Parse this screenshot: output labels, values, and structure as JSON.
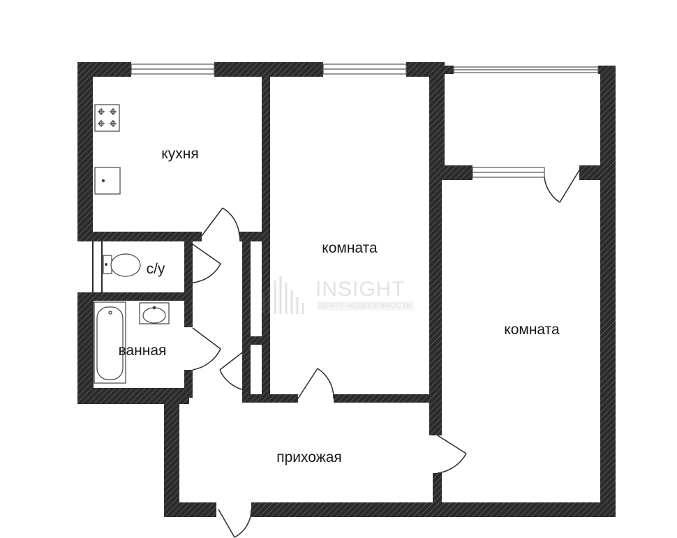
{
  "plan": {
    "rooms": [
      {
        "id": "kitchen",
        "label": "кухня"
      },
      {
        "id": "wc",
        "label": "с/у"
      },
      {
        "id": "room1",
        "label": "комната"
      },
      {
        "id": "room2",
        "label": "комната"
      },
      {
        "id": "bath",
        "label": "ванная"
      },
      {
        "id": "hall",
        "label": "прихожая"
      }
    ],
    "watermark": {
      "brand": "INSIGHT",
      "subtitle": "ЦЕНТР НЕДВИЖИМОСТИ"
    }
  },
  "colors": {
    "wall": "#2b2b2b",
    "background": "#ffffff",
    "hatch": "#6e6e6e",
    "window": "#bdbdbd"
  }
}
